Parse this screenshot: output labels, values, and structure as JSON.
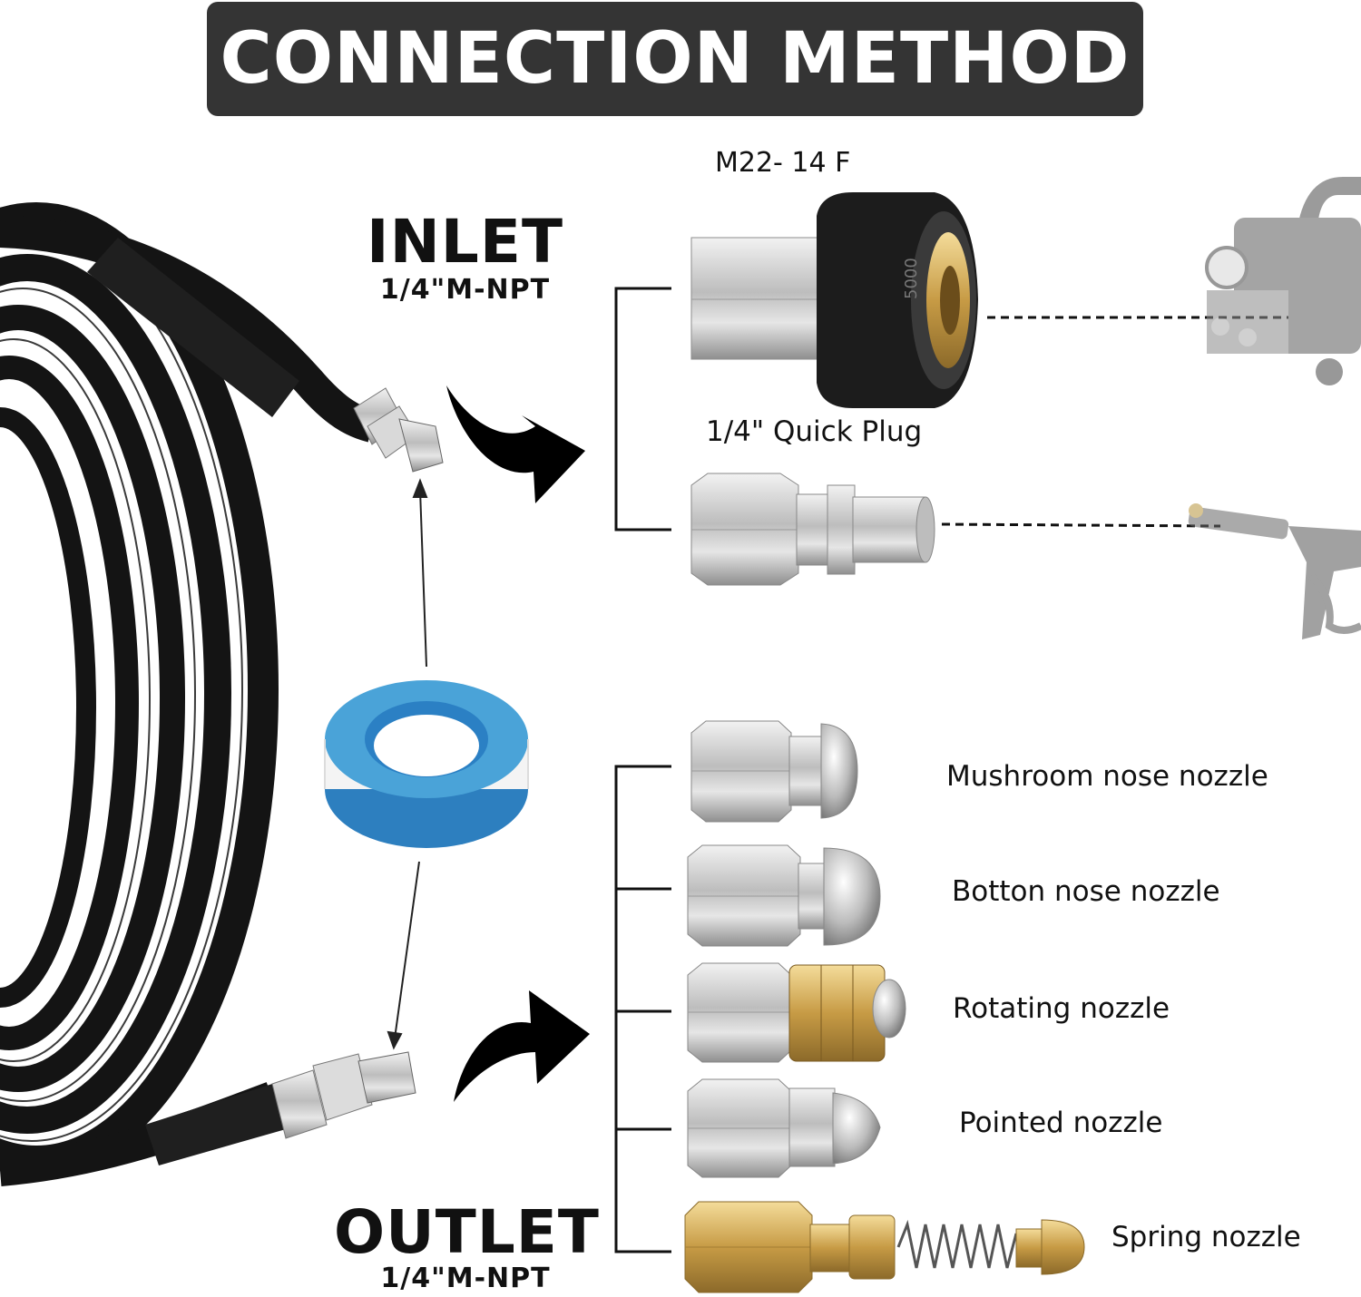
{
  "title": "CONNECTION METHOD",
  "inlet": {
    "label": "INLET",
    "spec": "1/4\"M-NPT"
  },
  "outlet": {
    "label": "OUTLET",
    "spec": "1/4\"M-NPT"
  },
  "inlet_parts": [
    {
      "label": "M22- 14 F"
    },
    {
      "label": "1/4\" Quick Plug"
    }
  ],
  "nozzles": [
    {
      "label": "Mushroom nose nozzle"
    },
    {
      "label": "Botton nose nozzle"
    },
    {
      "label": "Rotating nozzle"
    },
    {
      "label": "Pointed nozzle"
    },
    {
      "label": "Spring nozzle"
    }
  ],
  "colors": {
    "title_bar": "#343434",
    "hose": "#141414",
    "steel": "#c9c9c9",
    "brass": "#c9a35a",
    "tape_blue": "#4aa3d8"
  }
}
